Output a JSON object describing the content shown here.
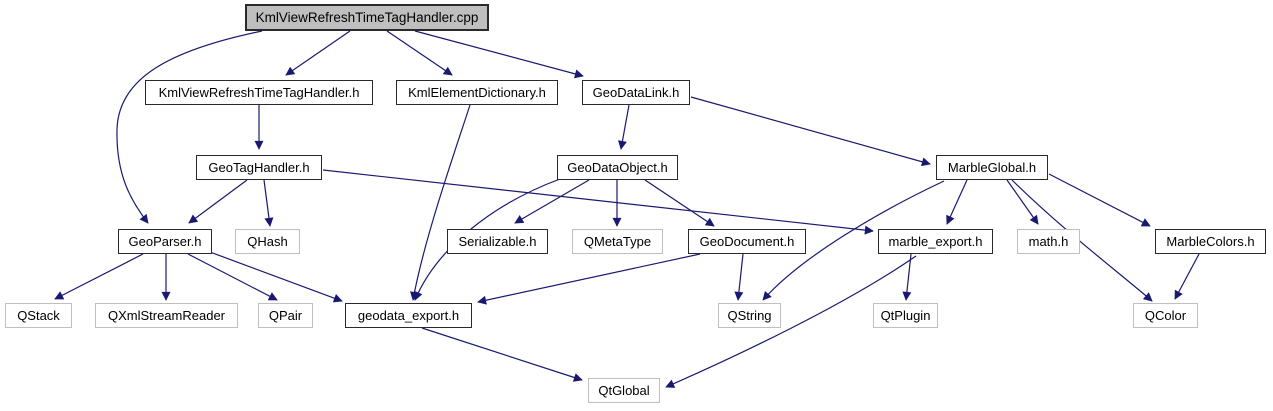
{
  "diagram": {
    "title": "KmlViewRefreshTimeTagHandler.cpp include dependency graph",
    "edge_color": "#191970",
    "current_node_fill": "#bfbfbf",
    "nodes": [
      {
        "id": "cpp",
        "label": "KmlViewRefreshTimeTagHandler.cpp",
        "kind": "current"
      },
      {
        "id": "kvrtth_h",
        "label": "KmlViewRefreshTimeTagHandler.h",
        "kind": "internal"
      },
      {
        "id": "ked_h",
        "label": "KmlElementDictionary.h",
        "kind": "internal"
      },
      {
        "id": "gdl_h",
        "label": "GeoDataLink.h",
        "kind": "internal"
      },
      {
        "id": "gth_h",
        "label": "GeoTagHandler.h",
        "kind": "internal"
      },
      {
        "id": "gdo_h",
        "label": "GeoDataObject.h",
        "kind": "internal"
      },
      {
        "id": "mg_h",
        "label": "MarbleGlobal.h",
        "kind": "internal"
      },
      {
        "id": "gp_h",
        "label": "GeoParser.h",
        "kind": "internal"
      },
      {
        "id": "qhash",
        "label": "QHash",
        "kind": "external"
      },
      {
        "id": "ser_h",
        "label": "Serializable.h",
        "kind": "internal"
      },
      {
        "id": "qmeta",
        "label": "QMetaType",
        "kind": "external"
      },
      {
        "id": "gdoc_h",
        "label": "GeoDocument.h",
        "kind": "internal"
      },
      {
        "id": "mexp_h",
        "label": "marble_export.h",
        "kind": "internal"
      },
      {
        "id": "math_h",
        "label": "math.h",
        "kind": "external"
      },
      {
        "id": "mc_h",
        "label": "MarbleColors.h",
        "kind": "internal"
      },
      {
        "id": "qstack",
        "label": "QStack",
        "kind": "external"
      },
      {
        "id": "qxsr",
        "label": "QXmlStreamReader",
        "kind": "external"
      },
      {
        "id": "qpair",
        "label": "QPair",
        "kind": "external"
      },
      {
        "id": "gexp_h",
        "label": "geodata_export.h",
        "kind": "internal"
      },
      {
        "id": "qstring",
        "label": "QString",
        "kind": "external"
      },
      {
        "id": "qtplugin",
        "label": "QtPlugin",
        "kind": "external"
      },
      {
        "id": "qcolor",
        "label": "QColor",
        "kind": "external"
      },
      {
        "id": "qtglobal",
        "label": "QtGlobal",
        "kind": "external"
      }
    ],
    "edges": [
      {
        "from": "cpp",
        "to": "kvrtth_h"
      },
      {
        "from": "cpp",
        "to": "ked_h"
      },
      {
        "from": "cpp",
        "to": "gdl_h"
      },
      {
        "from": "cpp",
        "to": "gp_h"
      },
      {
        "from": "kvrtth_h",
        "to": "gth_h"
      },
      {
        "from": "ked_h",
        "to": "gexp_h"
      },
      {
        "from": "gdl_h",
        "to": "gdo_h"
      },
      {
        "from": "gdl_h",
        "to": "mg_h"
      },
      {
        "from": "gth_h",
        "to": "gp_h"
      },
      {
        "from": "gth_h",
        "to": "qhash"
      },
      {
        "from": "gth_h",
        "to": "mexp_h"
      },
      {
        "from": "gdo_h",
        "to": "ser_h"
      },
      {
        "from": "gdo_h",
        "to": "qmeta"
      },
      {
        "from": "gdo_h",
        "to": "gdoc_h"
      },
      {
        "from": "gdo_h",
        "to": "gexp_h"
      },
      {
        "from": "gp_h",
        "to": "qstack"
      },
      {
        "from": "gp_h",
        "to": "qxsr"
      },
      {
        "from": "gp_h",
        "to": "qpair"
      },
      {
        "from": "gp_h",
        "to": "gexp_h"
      },
      {
        "from": "gdoc_h",
        "to": "gexp_h"
      },
      {
        "from": "gdoc_h",
        "to": "qstring"
      },
      {
        "from": "mg_h",
        "to": "mexp_h"
      },
      {
        "from": "mg_h",
        "to": "math_h"
      },
      {
        "from": "mg_h",
        "to": "mc_h"
      },
      {
        "from": "mg_h",
        "to": "qcolor"
      },
      {
        "from": "mg_h",
        "to": "qstring"
      },
      {
        "from": "mc_h",
        "to": "qcolor"
      },
      {
        "from": "mexp_h",
        "to": "qtplugin"
      },
      {
        "from": "mexp_h",
        "to": "qtglobal"
      },
      {
        "from": "gexp_h",
        "to": "qtglobal"
      }
    ]
  }
}
